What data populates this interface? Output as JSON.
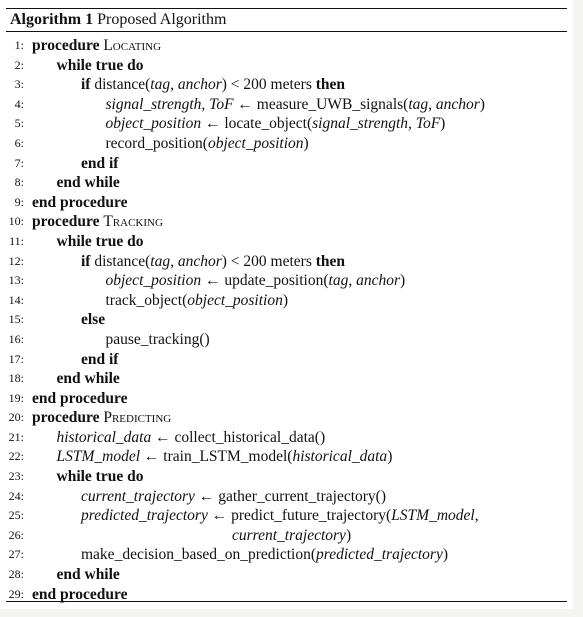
{
  "caption": {
    "label": "Algorithm 1",
    "title": "Proposed Algorithm"
  },
  "lines": [
    {
      "n": "1:",
      "indent": 0,
      "parts": [
        [
          "kw",
          "procedure"
        ],
        [
          "t",
          " "
        ],
        [
          "sc",
          "Locating"
        ]
      ]
    },
    {
      "n": "2:",
      "indent": 1,
      "parts": [
        [
          "kw",
          "while true do"
        ]
      ]
    },
    {
      "n": "3:",
      "indent": 2,
      "parts": [
        [
          "kw",
          "if"
        ],
        [
          "t",
          " distance("
        ],
        [
          "it",
          "tag, anchor"
        ],
        [
          "t",
          ") < 200 meters "
        ],
        [
          "kw",
          "then"
        ]
      ]
    },
    {
      "n": "4:",
      "indent": 3,
      "parts": [
        [
          "it",
          "signal_strength, ToF"
        ],
        [
          "t",
          " ← measure_UWB_signals("
        ],
        [
          "it",
          "tag, anchor"
        ],
        [
          "t",
          ")"
        ]
      ]
    },
    {
      "n": "5:",
      "indent": 3,
      "parts": [
        [
          "it",
          "object_position"
        ],
        [
          "t",
          " ← locate_object("
        ],
        [
          "it",
          "signal_strength, ToF"
        ],
        [
          "t",
          ")"
        ]
      ]
    },
    {
      "n": "6:",
      "indent": 3,
      "parts": [
        [
          "t",
          "record_position("
        ],
        [
          "it",
          "object_position"
        ],
        [
          "t",
          ")"
        ]
      ]
    },
    {
      "n": "7:",
      "indent": 2,
      "parts": [
        [
          "kw",
          "end if"
        ]
      ]
    },
    {
      "n": "8:",
      "indent": 1,
      "parts": [
        [
          "kw",
          "end while"
        ]
      ]
    },
    {
      "n": "9:",
      "indent": 0,
      "parts": [
        [
          "kw",
          "end procedure"
        ]
      ]
    },
    {
      "n": "10:",
      "indent": 0,
      "parts": [
        [
          "kw",
          "procedure"
        ],
        [
          "t",
          " "
        ],
        [
          "sc",
          "Tracking"
        ]
      ]
    },
    {
      "n": "11:",
      "indent": 1,
      "parts": [
        [
          "kw",
          "while true do"
        ]
      ]
    },
    {
      "n": "12:",
      "indent": 2,
      "parts": [
        [
          "kw",
          "if"
        ],
        [
          "t",
          " distance("
        ],
        [
          "it",
          "tag, anchor"
        ],
        [
          "t",
          ") < 200 meters "
        ],
        [
          "kw",
          "then"
        ]
      ]
    },
    {
      "n": "13:",
      "indent": 3,
      "parts": [
        [
          "it",
          "object_position"
        ],
        [
          "t",
          " ← update_position("
        ],
        [
          "it",
          "tag, anchor"
        ],
        [
          "t",
          ")"
        ]
      ]
    },
    {
      "n": "14:",
      "indent": 3,
      "parts": [
        [
          "t",
          "track_object("
        ],
        [
          "it",
          "object_position"
        ],
        [
          "t",
          ")"
        ]
      ]
    },
    {
      "n": "15:",
      "indent": 2,
      "parts": [
        [
          "kw",
          "else"
        ]
      ]
    },
    {
      "n": "16:",
      "indent": 3,
      "parts": [
        [
          "t",
          "pause_tracking()"
        ]
      ]
    },
    {
      "n": "17:",
      "indent": 2,
      "parts": [
        [
          "kw",
          "end if"
        ]
      ]
    },
    {
      "n": "18:",
      "indent": 1,
      "parts": [
        [
          "kw",
          "end while"
        ]
      ]
    },
    {
      "n": "19:",
      "indent": 0,
      "parts": [
        [
          "kw",
          "end procedure"
        ]
      ]
    },
    {
      "n": "20:",
      "indent": 0,
      "parts": [
        [
          "kw",
          "procedure"
        ],
        [
          "t",
          " "
        ],
        [
          "sc",
          "Predicting"
        ]
      ]
    },
    {
      "n": "21:",
      "indent": 1,
      "parts": [
        [
          "it",
          "historical_data"
        ],
        [
          "t",
          " ← collect_historical_data()"
        ]
      ]
    },
    {
      "n": "22:",
      "indent": 1,
      "parts": [
        [
          "it",
          "LSTM_model"
        ],
        [
          "t",
          " ← train_LSTM_model("
        ],
        [
          "it",
          "historical_data"
        ],
        [
          "t",
          ")"
        ]
      ]
    },
    {
      "n": "23:",
      "indent": 1,
      "parts": [
        [
          "kw",
          "while true do"
        ]
      ]
    },
    {
      "n": "24:",
      "indent": 2,
      "parts": [
        [
          "it",
          "current_trajectory"
        ],
        [
          "t",
          " ← gather_current_trajectory()"
        ]
      ]
    },
    {
      "n": "25:",
      "indent": 2,
      "parts": [
        [
          "it",
          "predicted_trajectory"
        ],
        [
          "t",
          " ← predict_future_trajectory("
        ],
        [
          "it",
          "LSTM_model"
        ],
        [
          "t",
          ","
        ]
      ]
    },
    {
      "n": "26:",
      "indent": 6,
      "parts": [
        [
          "it",
          "current_trajectory"
        ],
        [
          "t",
          ")"
        ]
      ]
    },
    {
      "n": "27:",
      "indent": 2,
      "parts": [
        [
          "t",
          "make_decision_based_on_prediction("
        ],
        [
          "it",
          "predicted_trajectory"
        ],
        [
          "t",
          ")"
        ]
      ]
    },
    {
      "n": "28:",
      "indent": 1,
      "parts": [
        [
          "kw",
          "end while"
        ]
      ]
    },
    {
      "n": "29:",
      "indent": 0,
      "parts": [
        [
          "kw",
          "end procedure"
        ]
      ]
    }
  ]
}
